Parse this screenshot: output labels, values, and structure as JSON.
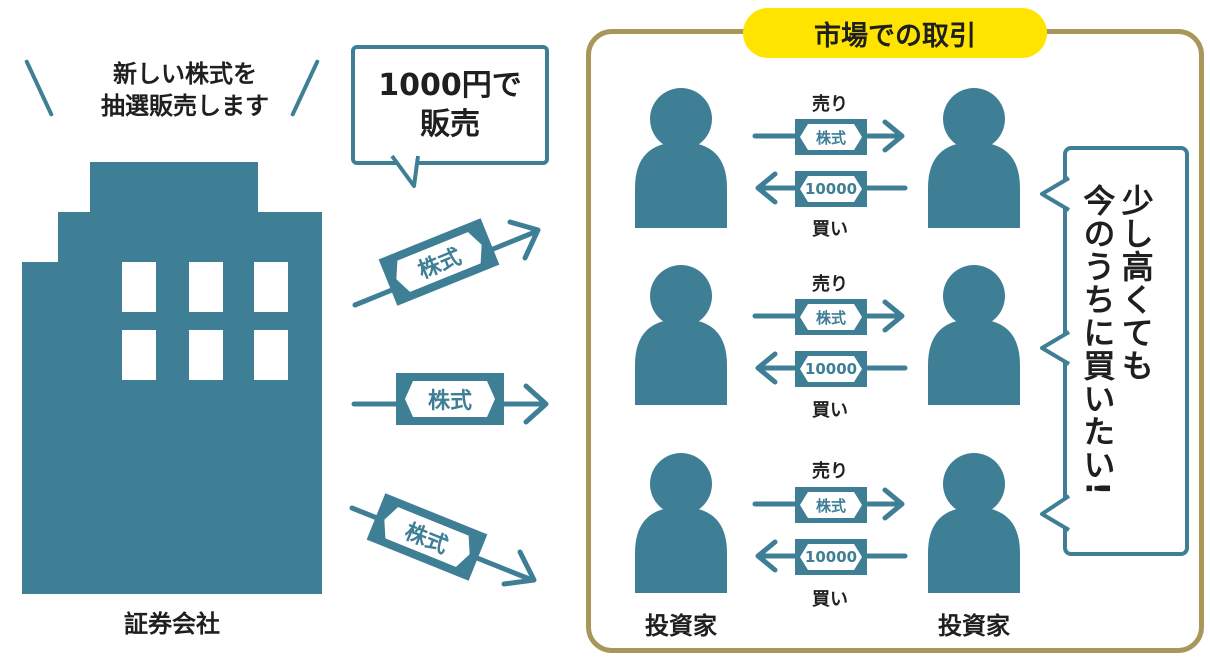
{
  "company": {
    "speech": "新しい株式を\n抽選販売します",
    "label": "証券会社"
  },
  "price_bubble": "1000円で\n販売",
  "stock_ticket": "株式",
  "market": {
    "title": "市場での取引",
    "sell_label": "売り",
    "buy_label": "買い",
    "money_ticket": "10000",
    "investor_label_left": "投資家",
    "investor_label_right": "投資家",
    "speech": "少し高くても\n今のうちに買いたい!"
  },
  "colors": {
    "teal": "#3f7f96",
    "gold_border": "#a8965a",
    "yellow": "#ffe400"
  }
}
